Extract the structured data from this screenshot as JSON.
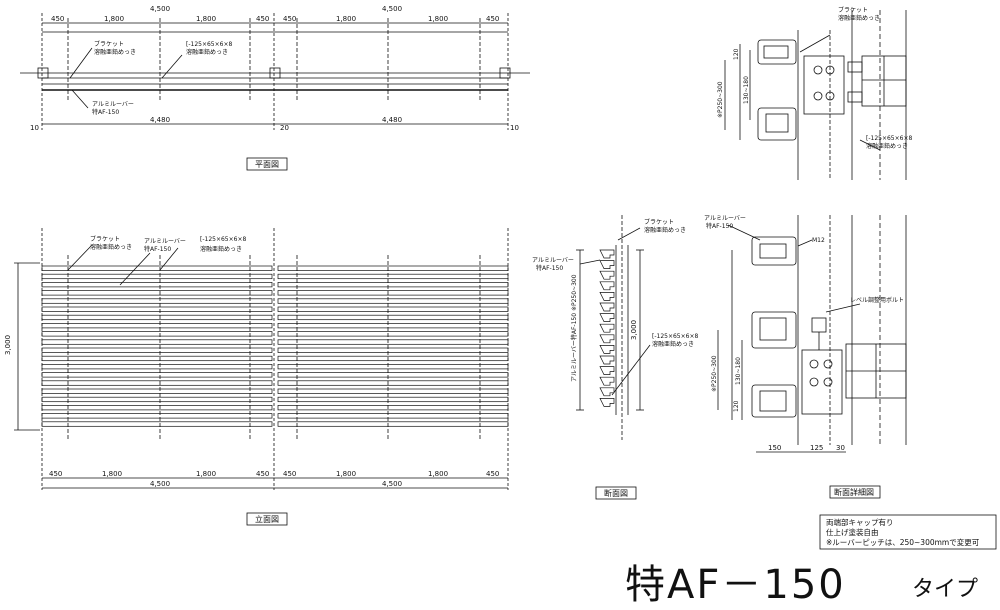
{
  "plan": {
    "title": "平面図",
    "top_dims": [
      "450",
      "1,800",
      "1,800",
      "450"
    ],
    "top_total": "4,500",
    "bottom_dims": [
      "10",
      "4,480",
      "20",
      "4,480",
      "10"
    ],
    "bracket": "ブラケット",
    "bracket_sub": "溶融亜鉛めっき",
    "channel": "[-125×65×6×8",
    "channel_sub": "溶融亜鉛めっき",
    "louver": "アルミルーバー",
    "louver_sub": "特AF-150"
  },
  "elevation": {
    "title": "立面図",
    "height": "3,000",
    "bottom_dims": [
      "450",
      "1,800",
      "1,800",
      "450"
    ],
    "bottom_total": "4,500",
    "bracket": "ブラケット",
    "bracket_sub": "溶融亜鉛めっき",
    "louver": "アルミルーバー",
    "louver_sub": "特AF-150",
    "channel": "[-125×65×6×8",
    "channel_sub": "溶融亜鉛めっき"
  },
  "section": {
    "title": "断面図",
    "bracket": "ブラケット",
    "bracket_sub": "溶融亜鉛めっき",
    "louver": "アルミルーバー",
    "louver_sub": "特AF-150",
    "height": "3,000",
    "pitch_vertical": "アルミルーバー特AF-150 ※P250~300",
    "channel": "[-125×65×6×8",
    "channel_sub": "溶融亜鉛めっき"
  },
  "detail": {
    "title": "断面詳細図",
    "top_dims": [
      "120",
      "※P250~300",
      "130~180"
    ],
    "channel": "[-125×65×6×8",
    "channel_sub": "溶融亜鉛めっき",
    "bracket": "ブラケット",
    "bracket_sub": "溶融亜鉛めっき",
    "louver": "アルミルーバー",
    "louver_sub": "特AF-150",
    "bolt": "M12",
    "level_bolt": "レベル調整用ボルト",
    "bottom_vert": [
      "※P250~300",
      "130~180",
      "120"
    ],
    "bottom_dims": [
      "150",
      "125",
      "30"
    ]
  },
  "notes": [
    "両端部キャップ有り",
    "仕上げ塗装自由",
    "※ルーバーピッチは、250~300mmで変更可"
  ],
  "product": {
    "main": "特AF－150",
    "suffix": "タイプ"
  }
}
